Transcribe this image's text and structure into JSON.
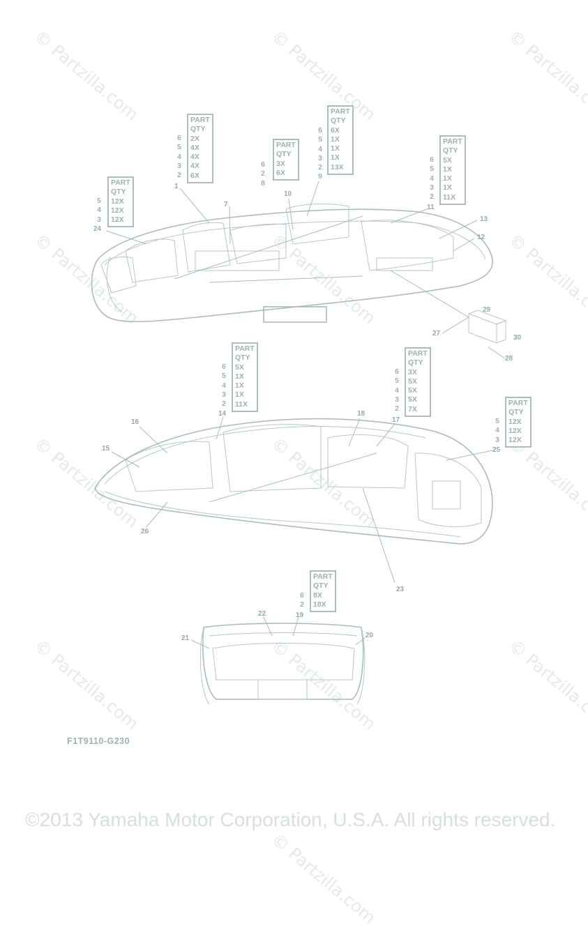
{
  "watermarks": [
    "© Partzilla.com",
    "© Partzilla.com",
    "© Partzilla.com",
    "© Partzilla.com",
    "© Partzilla.com",
    "© Partzilla.com",
    "© Partzilla.com",
    "© Partzilla.com",
    "© Partzilla.com",
    "© Partzilla.com",
    "© Partzilla.com",
    "© Partzilla.com",
    "© Partzilla.com"
  ],
  "qty_tables": [
    {
      "header": [
        "PART",
        "QTY"
      ],
      "qtys": [
        "2X",
        "4X",
        "4X",
        "4X",
        "6X"
      ],
      "indices": [
        "6",
        "5",
        "4",
        "3",
        "2"
      ]
    },
    {
      "header": [
        "PART",
        "QTY"
      ],
      "qtys": [
        "3X",
        "6X"
      ],
      "indices": [
        "6",
        "2",
        "8"
      ]
    },
    {
      "header": [
        "PART",
        "QTY"
      ],
      "qtys": [
        "6X",
        "1X",
        "1X",
        "1X",
        "13X"
      ],
      "indices": [
        "6",
        "5",
        "4",
        "3",
        "2",
        "9"
      ]
    },
    {
      "header": [
        "PART",
        "QTY"
      ],
      "qtys": [
        "5X",
        "1X",
        "1X",
        "1X",
        "11X"
      ],
      "indices": [
        "6",
        "5",
        "4",
        "3",
        "2"
      ]
    },
    {
      "header": [
        "PART",
        "QTY"
      ],
      "qtys": [
        "12X",
        "12X",
        "12X"
      ],
      "indices": [
        "5",
        "4",
        "3"
      ]
    },
    {
      "header": [
        "PART",
        "QTY"
      ],
      "qtys": [
        "5X",
        "1X",
        "1X",
        "1X",
        "11X"
      ],
      "indices": [
        "6",
        "5",
        "4",
        "3",
        "2"
      ]
    },
    {
      "header": [
        "PART",
        "QTY"
      ],
      "qtys": [
        "3X",
        "5X",
        "5X",
        "5X",
        "7X"
      ],
      "indices": [
        "6",
        "5",
        "4",
        "3",
        "2"
      ]
    },
    {
      "header": [
        "PART",
        "QTY"
      ],
      "qtys": [
        "12X",
        "12X",
        "12X"
      ],
      "indices": [
        "5",
        "4",
        "3"
      ]
    },
    {
      "header": [
        "PART",
        "QTY"
      ],
      "qtys": [
        "8X",
        "18X"
      ],
      "indices": [
        "6",
        "2"
      ]
    }
  ],
  "callouts": [
    "1",
    "7",
    "10",
    "11",
    "13",
    "12",
    "24",
    "29",
    "30",
    "27",
    "28",
    "14",
    "16",
    "15",
    "18",
    "17",
    "25",
    "26",
    "23",
    "22",
    "19",
    "21",
    "20"
  ],
  "diagram_code": "F1T9110-G230",
  "copyright": "©2013 Yamaha Motor Corporation, U.S.A. All rights reserved."
}
